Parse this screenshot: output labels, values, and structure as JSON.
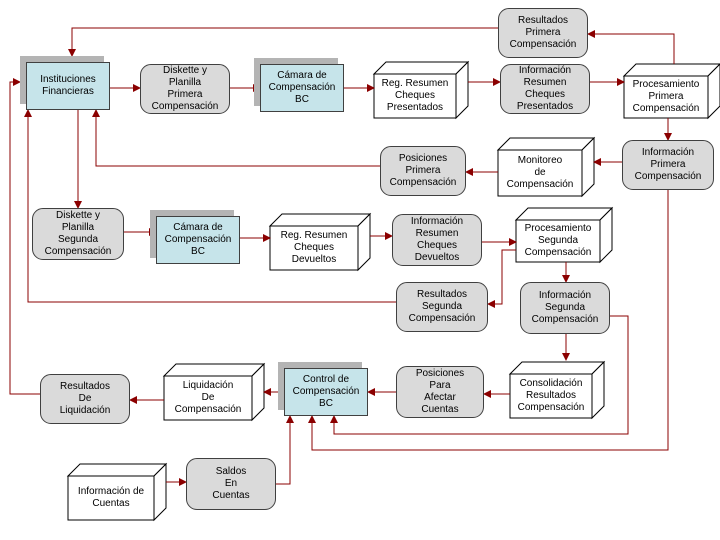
{
  "colors": {
    "arrow": "#8b0000",
    "rounded_fill": "#dadada",
    "rect_fill": "#c6e4ea",
    "shadow": "#b4b4b4",
    "border": "#404040"
  },
  "nodes": {
    "instituciones": "Instituciones\nFinancieras",
    "diskette1": "Diskette y\nPlanilla\nPrimera\nCompensación",
    "camara1": "Cámara de\nCompensación\nBC",
    "reg_presentados": "Reg. Resumen\nCheques\nPresentados",
    "info_presentados": "Información\nResumen\nCheques\nPresentados",
    "proc_primera": "Procesamiento\nPrimera\nCompensación",
    "resultados_primera": "Resultados\nPrimera\nCompensación",
    "info_primera": "Información\nPrimera\nCompensación",
    "monitoreo": "Monitoreo\nde\nCompensación",
    "posiciones_primera": "Posiciones\nPrimera\nCompensación",
    "diskette2": "Diskette y\nPlanilla\nSegunda\nCompensación",
    "camara2": "Cámara de\nCompensación\nBC",
    "reg_devueltos": "Reg. Resumen\nCheques\nDevueltos",
    "info_devueltos": "Información\nResumen\nCheques\nDevueltos",
    "proc_segunda": "Procesamiento\nSegunda\nCompensación",
    "resultados_segunda": "Resultados\nSegunda\nCompensación",
    "info_segunda": "Información\nSegunda\nCompensación",
    "consolidacion": "Consolidación\nResultados\nCompensación",
    "posiciones_afectar": "Posiciones\nPara\nAfectar\nCuentas",
    "control": "Control de\nCompensación\nBC",
    "liquidacion": "Liquidación\nDe\nCompensación",
    "resultados_liq": "Resultados\nDe\nLiquidación",
    "info_cuentas": "Información de\nCuentas",
    "saldos": "Saldos\nEn\nCuentas"
  }
}
